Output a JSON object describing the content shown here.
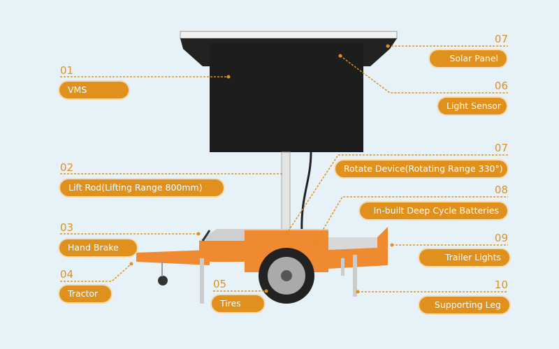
{
  "colors": {
    "accent": "#e0901c",
    "background": "#e7f1f8",
    "trailer": "#f08a30"
  },
  "callouts": [
    {
      "number": "01",
      "label": "VMS"
    },
    {
      "number": "02",
      "label": "Lift Rod(Lifting Range 800mm)"
    },
    {
      "number": "03",
      "label": "Hand Brake"
    },
    {
      "number": "04",
      "label": "Tractor"
    },
    {
      "number": "05",
      "label": "Tires"
    },
    {
      "number": "07",
      "label": "Solar Panel"
    },
    {
      "number": "06",
      "label": "Light Sensor"
    },
    {
      "number": "07",
      "label": "Rotate Device(Rotating Range 330°)"
    },
    {
      "number": "08",
      "label": "In-built Deep Cycle Batteries"
    },
    {
      "number": "09",
      "label": "Trailer Lights"
    },
    {
      "number": "10",
      "label": "Supporting Leg"
    }
  ]
}
